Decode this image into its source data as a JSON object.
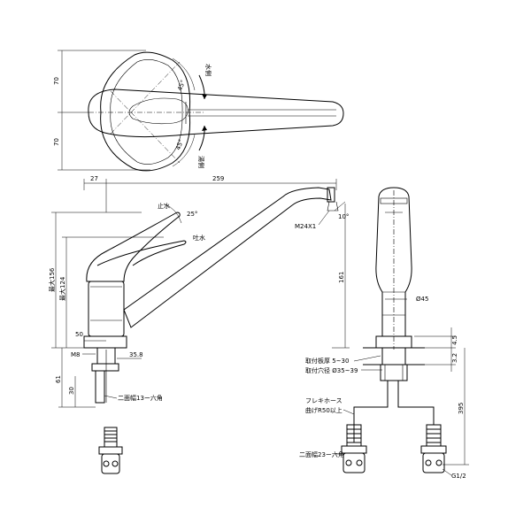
{
  "top_view": {
    "dim_70_top": "70",
    "dim_70_bottom": "70",
    "angle_top": "45°",
    "angle_bottom": "45°",
    "label_cold": "水側",
    "label_hot": "湯側"
  },
  "side_view": {
    "dim_27": "27",
    "dim_259": "259",
    "angle_25": "25°",
    "label_stop": "止水",
    "label_flow": "吐水",
    "dim_max156": "最大156",
    "dim_max124": "最大124",
    "dim_161": "161",
    "dim_50": "50",
    "dim_m8": "M8",
    "dim_358": "35.8",
    "dim_61": "61",
    "dim_30": "30",
    "label_wrench13": "二面幅13ー六角",
    "label_m24": "M24X1",
    "angle_10": "10°"
  },
  "front_view": {
    "dim_phi45": "Ø45",
    "dim_45": "4.5",
    "dim_32": "3.2",
    "dim_395": "395",
    "label_thickness": "取付板厚 5~30",
    "label_hole": "取付穴径 Ø35~39",
    "label_hose1": "フレキホース",
    "label_hose2": "曲げR50以上",
    "label_wrench23": "二面幅23ー六角",
    "label_g12": "G1/2"
  }
}
